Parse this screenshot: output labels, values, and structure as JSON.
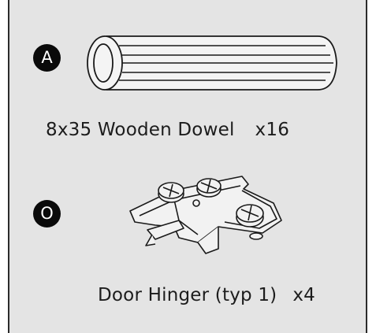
{
  "parts": [
    {
      "letter": "A",
      "name": "8x35 Wooden Dowel",
      "quantity": "x16"
    },
    {
      "letter": "O",
      "name": "Door Hinger (typ 1)",
      "quantity": "x4"
    }
  ],
  "colors": {
    "panel": "#e4e4e4",
    "ink": "#1c1c1c",
    "badge": "#0a0a0a"
  }
}
